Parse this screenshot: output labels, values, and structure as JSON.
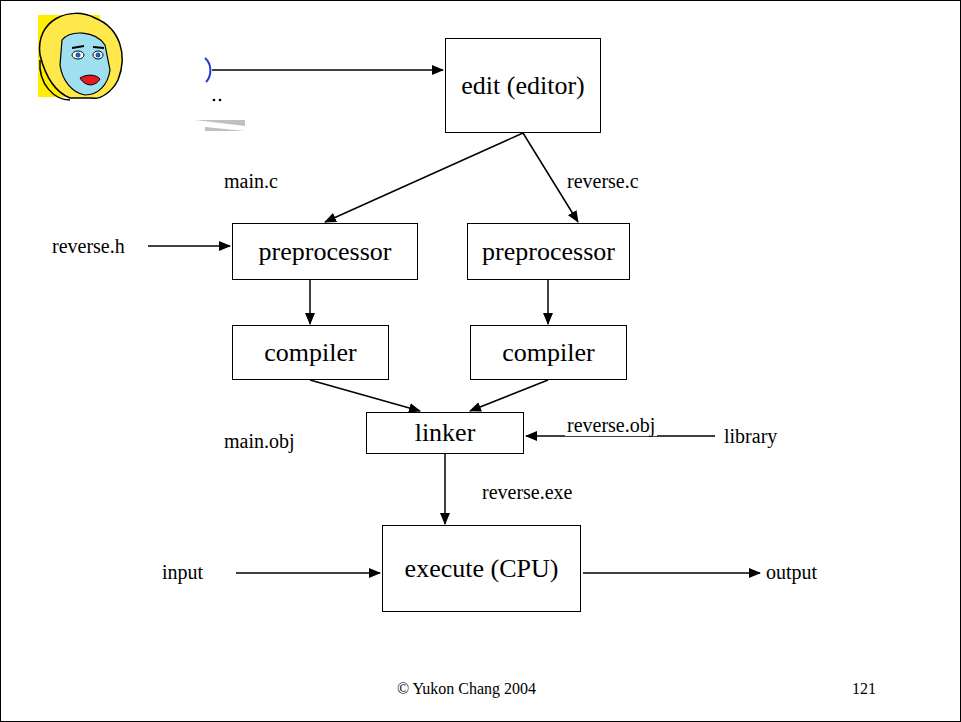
{
  "diagram": {
    "nodes": [
      {
        "text": [
          "edit (editor)"
        ]
      },
      {
        "text": [
          "preprocessor"
        ]
      },
      {
        "text": [
          "preprocessor"
        ]
      },
      {
        "text": [
          "compiler"
        ]
      },
      {
        "text": [
          "compiler"
        ]
      },
      {
        "text": [
          "linker"
        ]
      },
      {
        "text": [
          "execute (CPU)"
        ]
      }
    ],
    "edges": [
      {
        "from": 0,
        "to": 1,
        "label": "main.c",
        "arrow": "to"
      },
      {
        "from": 0,
        "to": 2,
        "label": "reverse.c",
        "arrow": "to"
      },
      {
        "from": 1,
        "to": 3,
        "arrow": "to"
      },
      {
        "from": 2,
        "to": 4,
        "arrow": "to"
      },
      {
        "from": 3,
        "to": 5,
        "label": "main.obj",
        "arrow": "to"
      },
      {
        "from": 4,
        "to": 5,
        "label": "reverse.obj",
        "arrow": "to"
      },
      {
        "from": 5,
        "to": 6,
        "label": "reverse.exe",
        "arrow": "to"
      }
    ],
    "labels": [
      "reverse.h",
      "library",
      "input",
      "output",
      "© Yukon Chang 2004",
      "121"
    ]
  }
}
